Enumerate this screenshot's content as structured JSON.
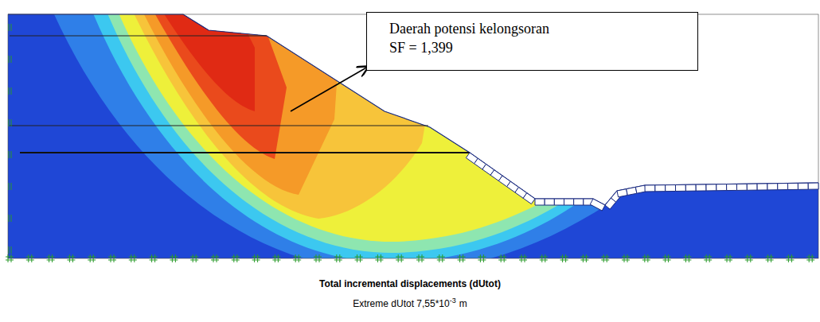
{
  "diagram": {
    "caption": "Total incremental displacements (dUtot)",
    "nodes": [
      {
        "text": [
          "Daerah potensi kelongsoran",
          "SF = 1,399"
        ]
      }
    ],
    "labels": [
      "Extreme dUtot 7,55*10",
      "-3",
      "m"
    ]
  }
}
